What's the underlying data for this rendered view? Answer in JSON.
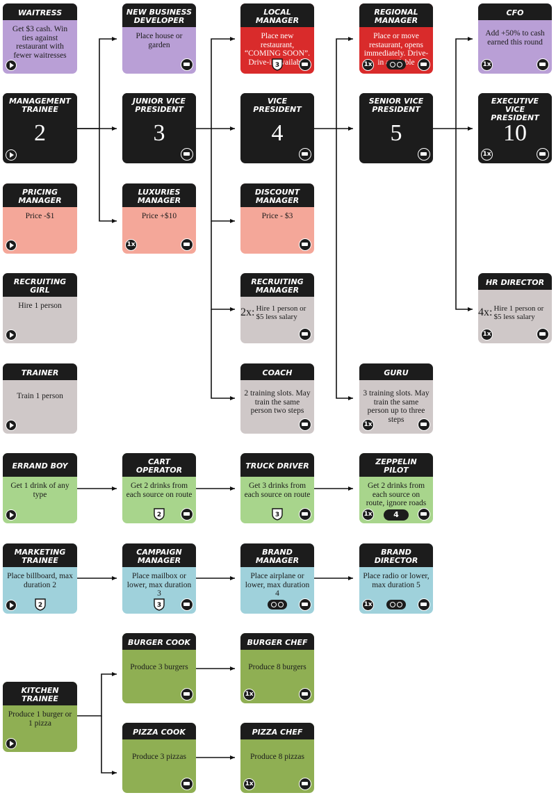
{
  "cards": {
    "waitress": {
      "title": "Waitress",
      "text": "Get $3 cash. Win ties against restaurant with fewer waitresses"
    },
    "new_business_developer": {
      "title": "New Business Developer",
      "text": "Place house or garden"
    },
    "local_manager": {
      "title": "Local Manager",
      "text": "Place new restaurant, “COMING SOON”. Drive-in available",
      "range": "3"
    },
    "regional_manager": {
      "title": "Regional Manager",
      "text": "Place or move restaurant, opens immediately. Drive-in available"
    },
    "cfo": {
      "title": "CFO",
      "text": "Add +50% to cash earned this round"
    },
    "management_trainee": {
      "title": "Management Trainee",
      "value": "2"
    },
    "junior_vice_president": {
      "title": "Junior Vice President",
      "value": "3"
    },
    "vice_president": {
      "title": "Vice President",
      "value": "4"
    },
    "senior_vice_president": {
      "title": "Senior Vice President",
      "value": "5"
    },
    "executive_vice_president": {
      "title": "Executive Vice President",
      "value": "10"
    },
    "pricing_manager": {
      "title": "Pricing Manager",
      "text": "Price  -$1"
    },
    "luxuries_manager": {
      "title": "Luxuries Manager",
      "text": "Price  +$10"
    },
    "discount_manager": {
      "title": "Discount Manager",
      "text": "Price  - $3"
    },
    "recruiting_girl": {
      "title": "Recruiting Girl",
      "text": "Hire 1 person"
    },
    "recruiting_manager": {
      "title": "Recruiting Manager",
      "prefix": "2x:",
      "text": "Hire 1 person or $5 less salary"
    },
    "hr_director": {
      "title": "HR Director",
      "prefix": "4x:",
      "text": "Hire 1 person or $5 less salary"
    },
    "trainer": {
      "title": "Trainer",
      "text": "Train 1 person"
    },
    "coach": {
      "title": "Coach",
      "text": "2 training slots. May train the same person two steps"
    },
    "guru": {
      "title": "Guru",
      "text": "3 training slots. May train the same person up to three steps"
    },
    "errand_boy": {
      "title": "Errand Boy",
      "text": "Get 1 drink of any type"
    },
    "cart_operator": {
      "title": "Cart Operator",
      "text": "Get 2 drinks from each source on route",
      "range": "2"
    },
    "truck_driver": {
      "title": "Truck Driver",
      "text": "Get 3 drinks from each source on route",
      "range": "3"
    },
    "zeppelin_pilot": {
      "title": "Zeppelin Pilot",
      "text": "Get 2 drinks from each source on route, ignore roads",
      "range": "4"
    },
    "marketing_trainee": {
      "title": "Marketing Trainee",
      "text": "Place billboard, max duration 2",
      "range": "2"
    },
    "campaign_manager": {
      "title": "Campaign Manager",
      "text": "Place mailbox or lower, max duration 3",
      "range": "3"
    },
    "brand_manager": {
      "title": "Brand Manager",
      "text": "Place airplane or lower, max duration 4"
    },
    "brand_director": {
      "title": "Brand Director",
      "text": "Place radio or lower, max duration 5"
    },
    "burger_cook": {
      "title": "Burger Cook",
      "text": "Produce 3 burgers"
    },
    "burger_chef": {
      "title": "Burger Chef",
      "text": "Produce 8 burgers"
    },
    "kitchen_trainee": {
      "title": "Kitchen Trainee",
      "text": "Produce 1 burger or 1 pizza"
    },
    "pizza_cook": {
      "title": "Pizza Cook",
      "text": "Produce 3 pizzas"
    },
    "pizza_chef": {
      "title": "Pizza Chef",
      "text": "Produce 8 pizzas"
    }
  },
  "icons": {
    "once": "1x",
    "start": "play-icon",
    "salary": "money-icon"
  },
  "colors": {
    "purple": "#b99fd6",
    "red": "#d92b2b",
    "pink": "#f4a799",
    "grey": "#cfc8c8",
    "green": "#a8d58c",
    "blue": "#9fd1db",
    "olive": "#8faf53",
    "black": "#1c1c1c"
  }
}
